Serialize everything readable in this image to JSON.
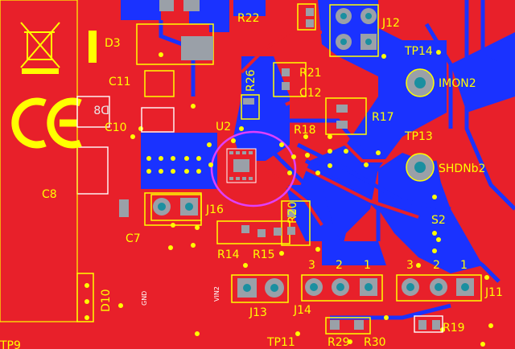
{
  "board": {
    "colors": {
      "top_copper": "#e8202a",
      "bottom_copper": "#1a32ff",
      "silkscreen": "#ffff00",
      "pad": "#9aa0a8",
      "via": "#ffff00",
      "highlight": "#e040fb",
      "pad_hole": "#1a8fa0"
    },
    "labels": {
      "d3": "D3",
      "c11": "C11",
      "c10": "C10",
      "c8": "C8",
      "c7": "C7",
      "d8_mirrored": "D8",
      "d10": "D10",
      "tp9": "TP9",
      "r22": "R22",
      "j12": "J12",
      "tp14": "TP14",
      "imon2": "IMON2",
      "r26": "R26",
      "r21": "R21",
      "c12": "C12",
      "u2": "U2",
      "r18": "R18",
      "r17": "R17",
      "tp13": "TP13",
      "shdnb2": "SHDNb2",
      "r20": "R20",
      "j16": "J16",
      "s2": "S2",
      "r14": "R14",
      "r15": "R15",
      "j13": "J13",
      "j14": "J14",
      "j11": "J11",
      "tp11": "TP11",
      "r29": "R29",
      "r30": "R30",
      "r19": "R19",
      "gnd": "GND",
      "vin2": "VIN2",
      "pin1": "1",
      "pin2": "2",
      "pin3": "3"
    }
  }
}
